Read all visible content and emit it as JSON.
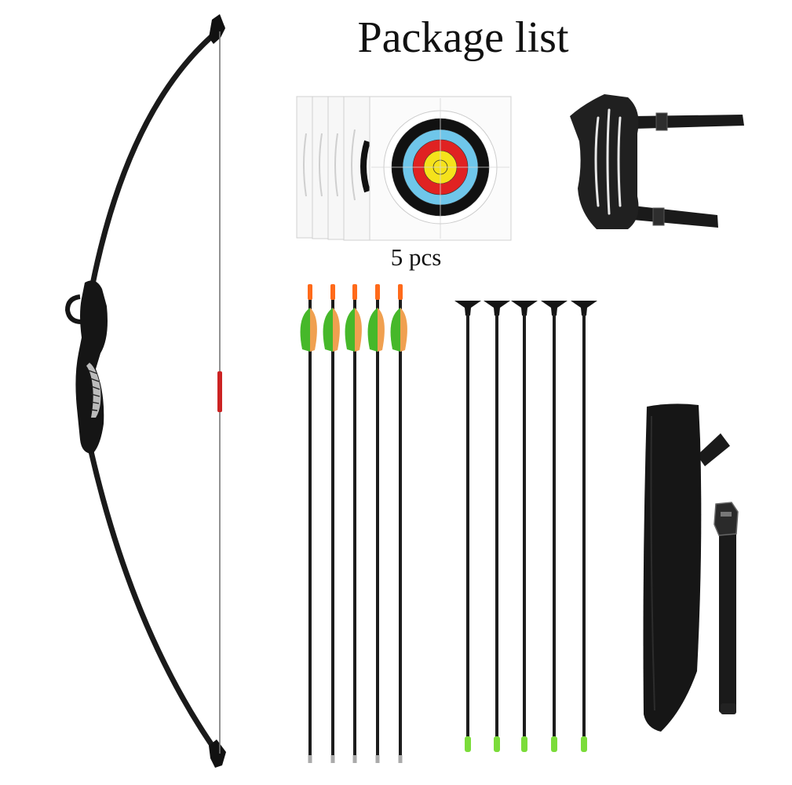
{
  "title": "Package list",
  "targets": {
    "caption": "5 pcs",
    "ring_colors": [
      "#ffffff",
      "#111111",
      "#6fc6ea",
      "#e02222",
      "#f5e21b"
    ]
  },
  "items": [
    {
      "name": "recurve-bow"
    },
    {
      "name": "target-faces"
    },
    {
      "name": "arm-guard"
    },
    {
      "name": "fletched-arrows"
    },
    {
      "name": "suction-cup-arrows"
    },
    {
      "name": "quiver"
    },
    {
      "name": "quiver-strap"
    }
  ],
  "colors": {
    "background": "#ffffff",
    "equipment": "#111111",
    "arrow_tip": "#ff6a1a",
    "vane_green": "#46b82a",
    "vane_orange": "#f0a050",
    "nock_green": "#7bdc3a",
    "grip_gray": "#bbbbbb",
    "string_serving": "#cc2222"
  }
}
